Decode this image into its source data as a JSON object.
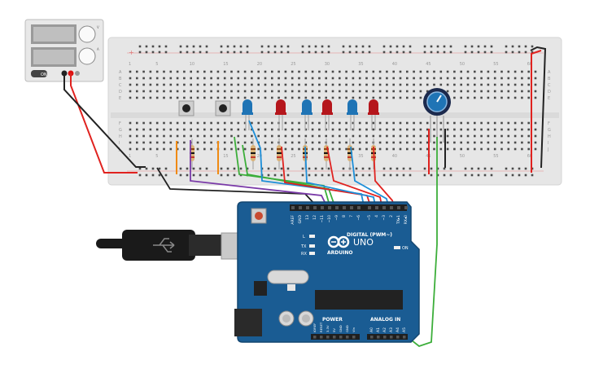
{
  "breadboard": {
    "column_numbers": [
      "1",
      "5",
      "10",
      "15",
      "20",
      "25",
      "30",
      "35",
      "40",
      "45",
      "50",
      "55",
      "60"
    ],
    "row_letters_top": [
      "A",
      "B",
      "C",
      "D",
      "E"
    ],
    "row_letters_bottom": [
      "F",
      "G",
      "H",
      "I",
      "J"
    ],
    "rail_plus": "+",
    "rail_minus": "−"
  },
  "power_supply": {
    "on_label": "ON",
    "knob_labels": [
      "V",
      "A"
    ]
  },
  "arduino": {
    "brand": "ARDUINO",
    "model": "UNO",
    "digital_label": "DIGITAL (PWM~)",
    "power_label": "POWER",
    "analog_label": "ANALOG IN",
    "on_led_label": "ON",
    "led_l": "L",
    "led_tx": "TX",
    "led_rx": "RX",
    "top_pins": [
      "AREF",
      "GND",
      "13",
      "12",
      "~11",
      "~10",
      "~9",
      "8",
      "7",
      "~6",
      "~5",
      "4",
      "~3",
      "2",
      "TX▸1",
      "RX◂0"
    ],
    "power_pins": [
      "IOREF",
      "RESET",
      "3.3V",
      "5V",
      "GND",
      "GND",
      "Vin"
    ],
    "analog_pins": [
      "A0",
      "A1",
      "A2",
      "A3",
      "A4",
      "A5"
    ]
  },
  "components": {
    "leds": [
      {
        "color": "blue"
      },
      {
        "color": "red"
      },
      {
        "color": "blue"
      },
      {
        "color": "red"
      },
      {
        "color": "blue"
      },
      {
        "color": "red"
      }
    ],
    "buttons": 2,
    "resistors": 7,
    "potentiometers": 1
  },
  "colors": {
    "board_blue": "#1a5c93",
    "breadboard": "#e6e6e6",
    "wire_red": "#e0221f",
    "wire_black": "#222222",
    "wire_green": "#3cae3a",
    "wire_blue": "#1c8ed8",
    "wire_purple": "#7a3aa8",
    "wire_orange": "#f08a12",
    "led_red": "#b5161c",
    "led_blue": "#1f74b5"
  }
}
